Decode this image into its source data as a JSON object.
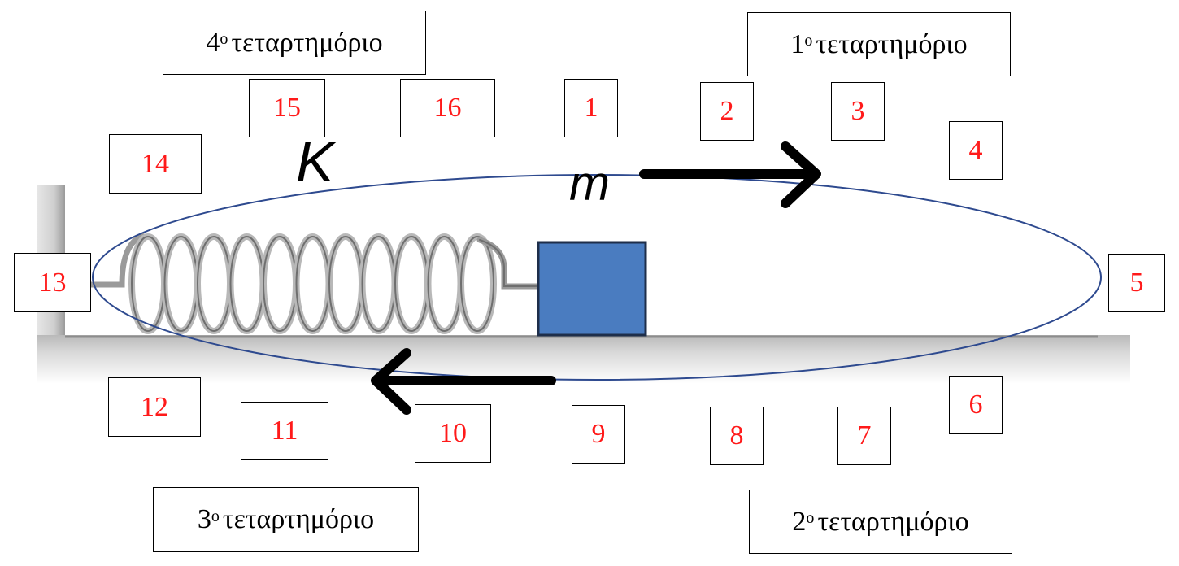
{
  "quadrants": [
    {
      "num": "1",
      "sup": "ο",
      "text": "τεταρτημόριο"
    },
    {
      "num": "2",
      "sup": "ο",
      "text": "τεταρτημόριο"
    },
    {
      "num": "3",
      "sup": "ο",
      "text": "τεταρτημόριο"
    },
    {
      "num": "4",
      "sup": "ο",
      "text": "τεταρτημόριο"
    }
  ],
  "positions": [
    "1",
    "2",
    "3",
    "4",
    "5",
    "6",
    "7",
    "8",
    "9",
    "10",
    "11",
    "12",
    "13",
    "14",
    "15",
    "16"
  ],
  "spring_label": "K",
  "mass_label": "m",
  "colors": {
    "number_text": "#ff1a1a",
    "ellipse": "#2e4a8f",
    "mass_fill": "#4a7cc0",
    "mass_edge": "#1e2e4a",
    "arrow": "#000000",
    "spring": "#9a9a9a",
    "floor": "#bdbdbd"
  }
}
